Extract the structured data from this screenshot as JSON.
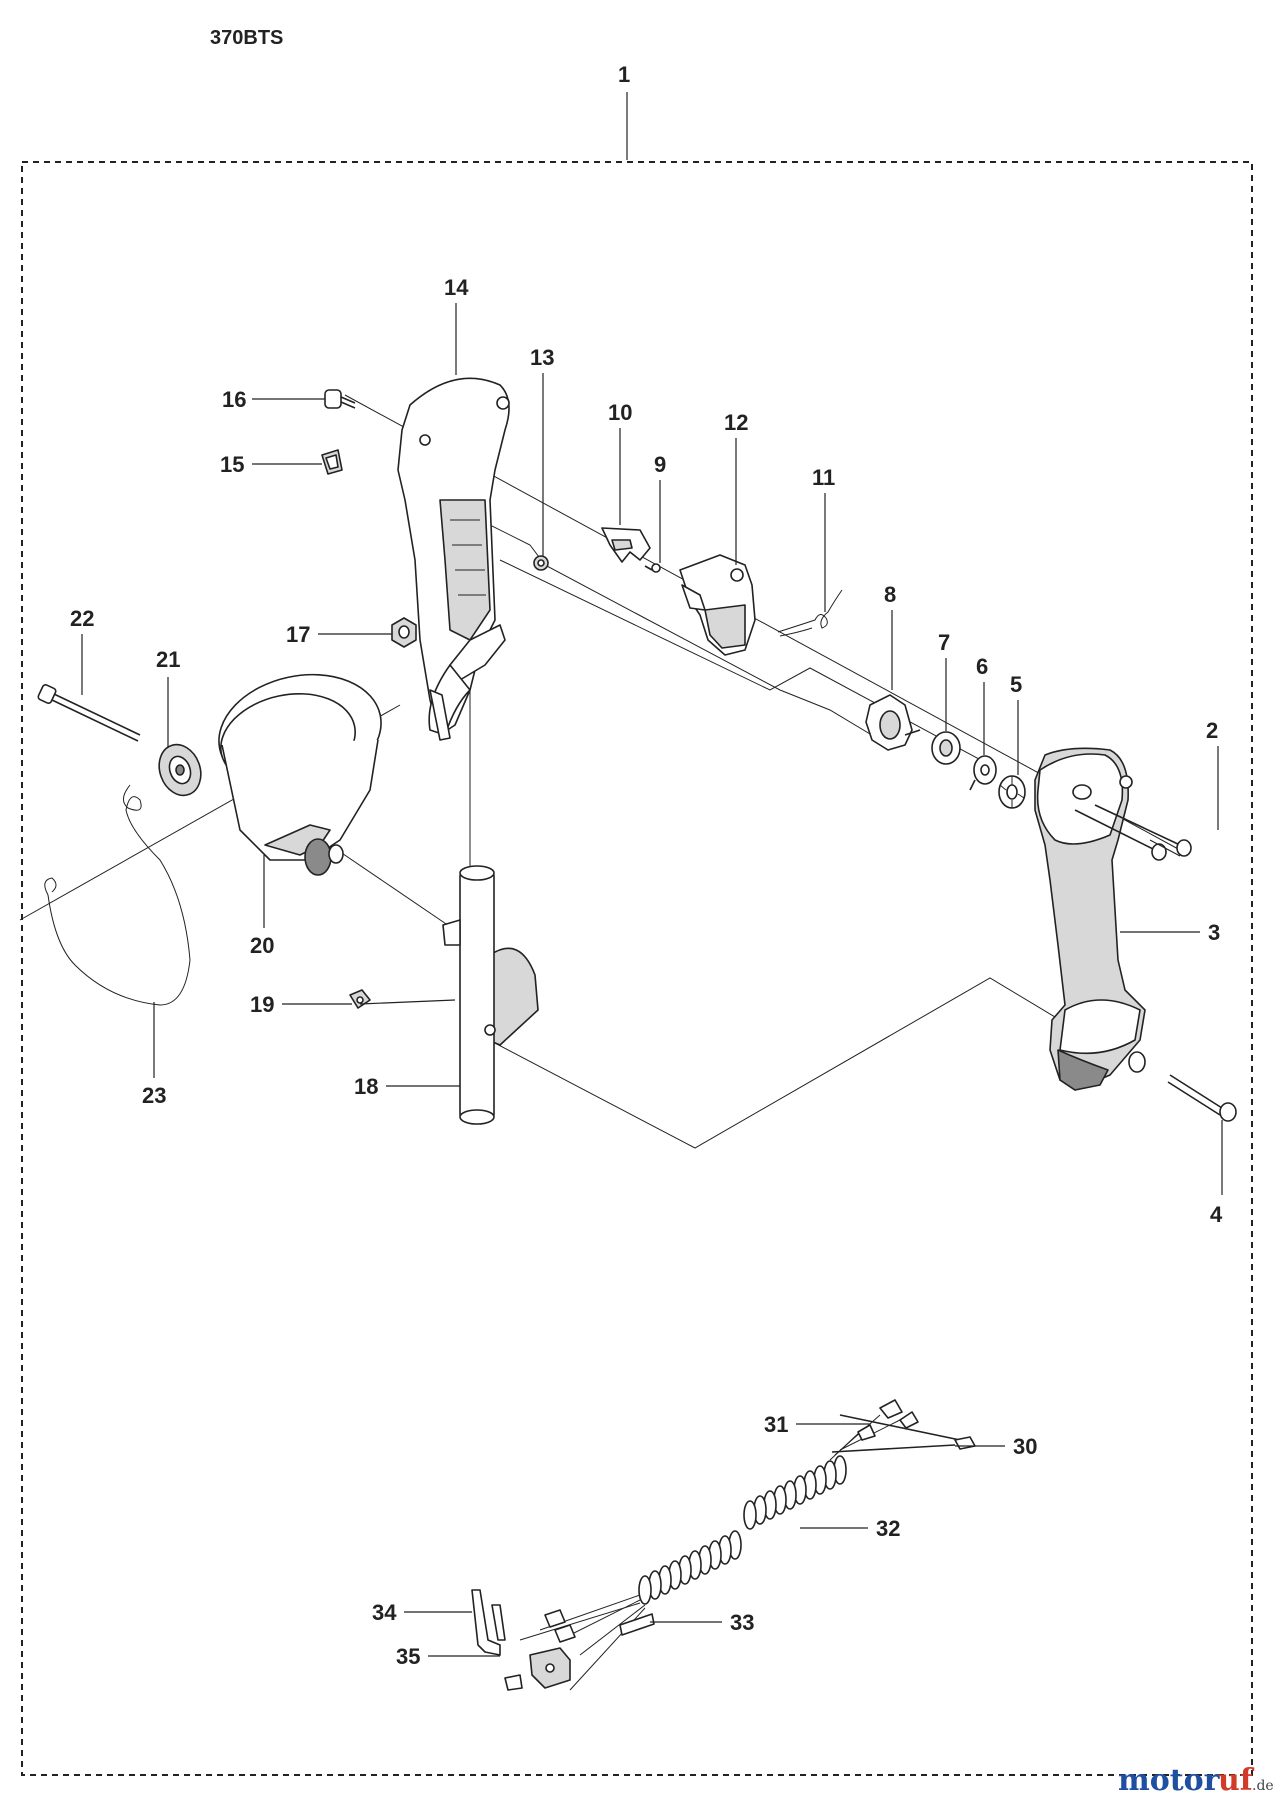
{
  "header": {
    "model": "370BTS"
  },
  "assembly": {
    "callout": "1"
  },
  "callouts": [
    "2",
    "3",
    "4",
    "5",
    "6",
    "7",
    "8",
    "9",
    "10",
    "11",
    "12",
    "13",
    "14",
    "15",
    "16",
    "17",
    "18",
    "19",
    "20",
    "21",
    "22",
    "23",
    "30",
    "31",
    "32",
    "33",
    "34",
    "35"
  ],
  "watermark": {
    "brand_a": "motor",
    "brand_b": "uf",
    "suffix": ".de"
  }
}
